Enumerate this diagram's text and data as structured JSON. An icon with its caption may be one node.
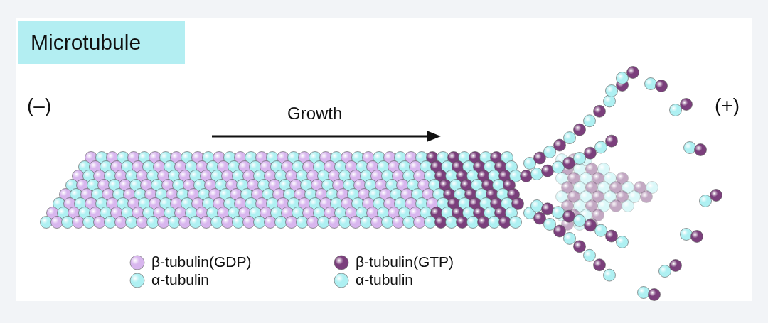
{
  "diagram": {
    "title": "Microtubule",
    "labels": [
      "(–)",
      "Growth",
      "(+)"
    ],
    "legend": [
      {
        "text": "β-tubulin(GDP)",
        "color": "#d8b6ee"
      },
      {
        "text": "α-tubulin",
        "color": "#aef0f2"
      },
      {
        "text": "β-tubulin(GTP)",
        "color": "#7b3f7c"
      },
      {
        "text": "α-tubulin",
        "color": "#aef0f2"
      }
    ]
  }
}
